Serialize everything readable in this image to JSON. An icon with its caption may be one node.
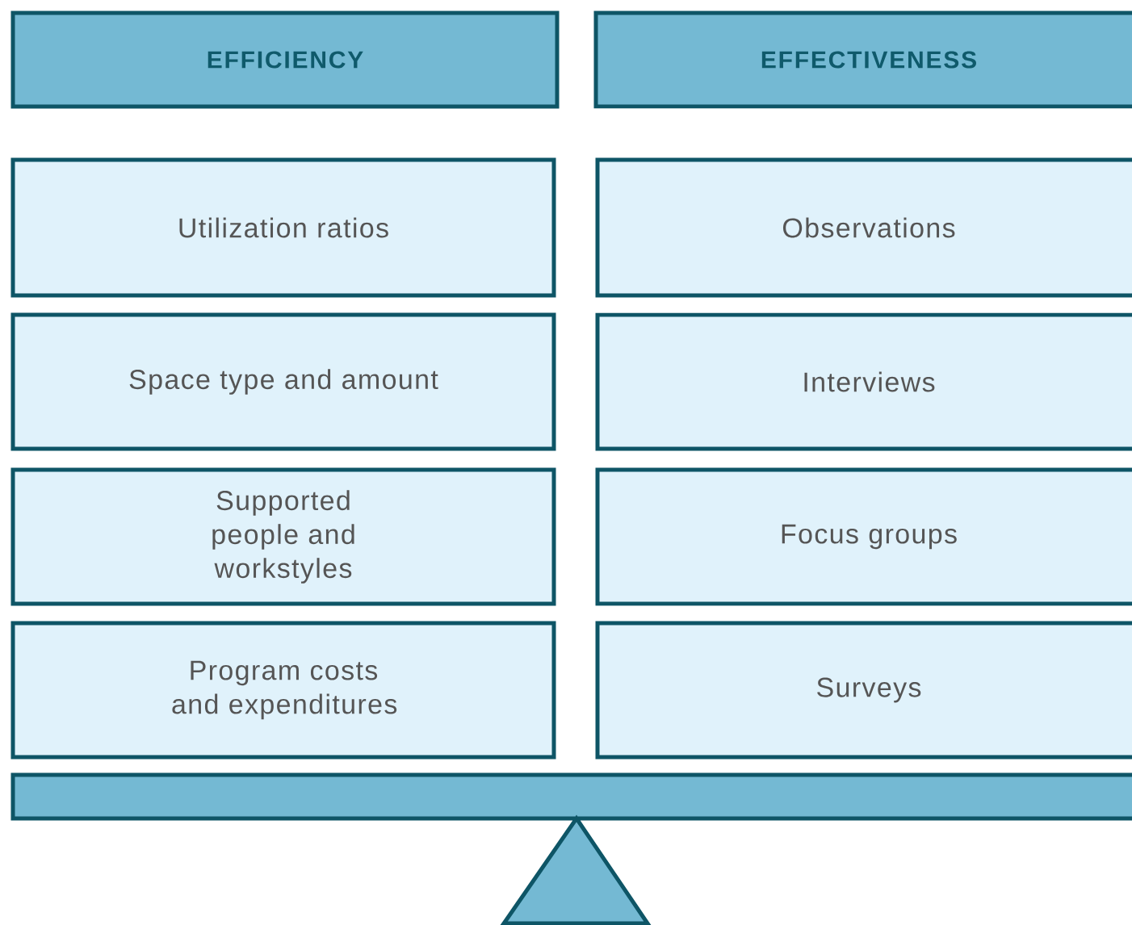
{
  "diagram": {
    "nodes": [
      {
        "text": [
          "EFFICIENCY"
        ]
      },
      {
        "text": [
          "EFFECTIVENESS"
        ]
      },
      {
        "text": [
          "Utilization ratios"
        ]
      },
      {
        "text": [
          "Observations"
        ]
      },
      {
        "text": [
          "Space type and amount"
        ]
      },
      {
        "text": [
          "Interviews"
        ]
      },
      {
        "text": [
          "Supported people and workstyles"
        ]
      },
      {
        "text": [
          "Focus groups"
        ]
      },
      {
        "text": [
          "Program costs and expenditures"
        ]
      },
      {
        "text": [
          "Surveys"
        ]
      }
    ]
  }
}
